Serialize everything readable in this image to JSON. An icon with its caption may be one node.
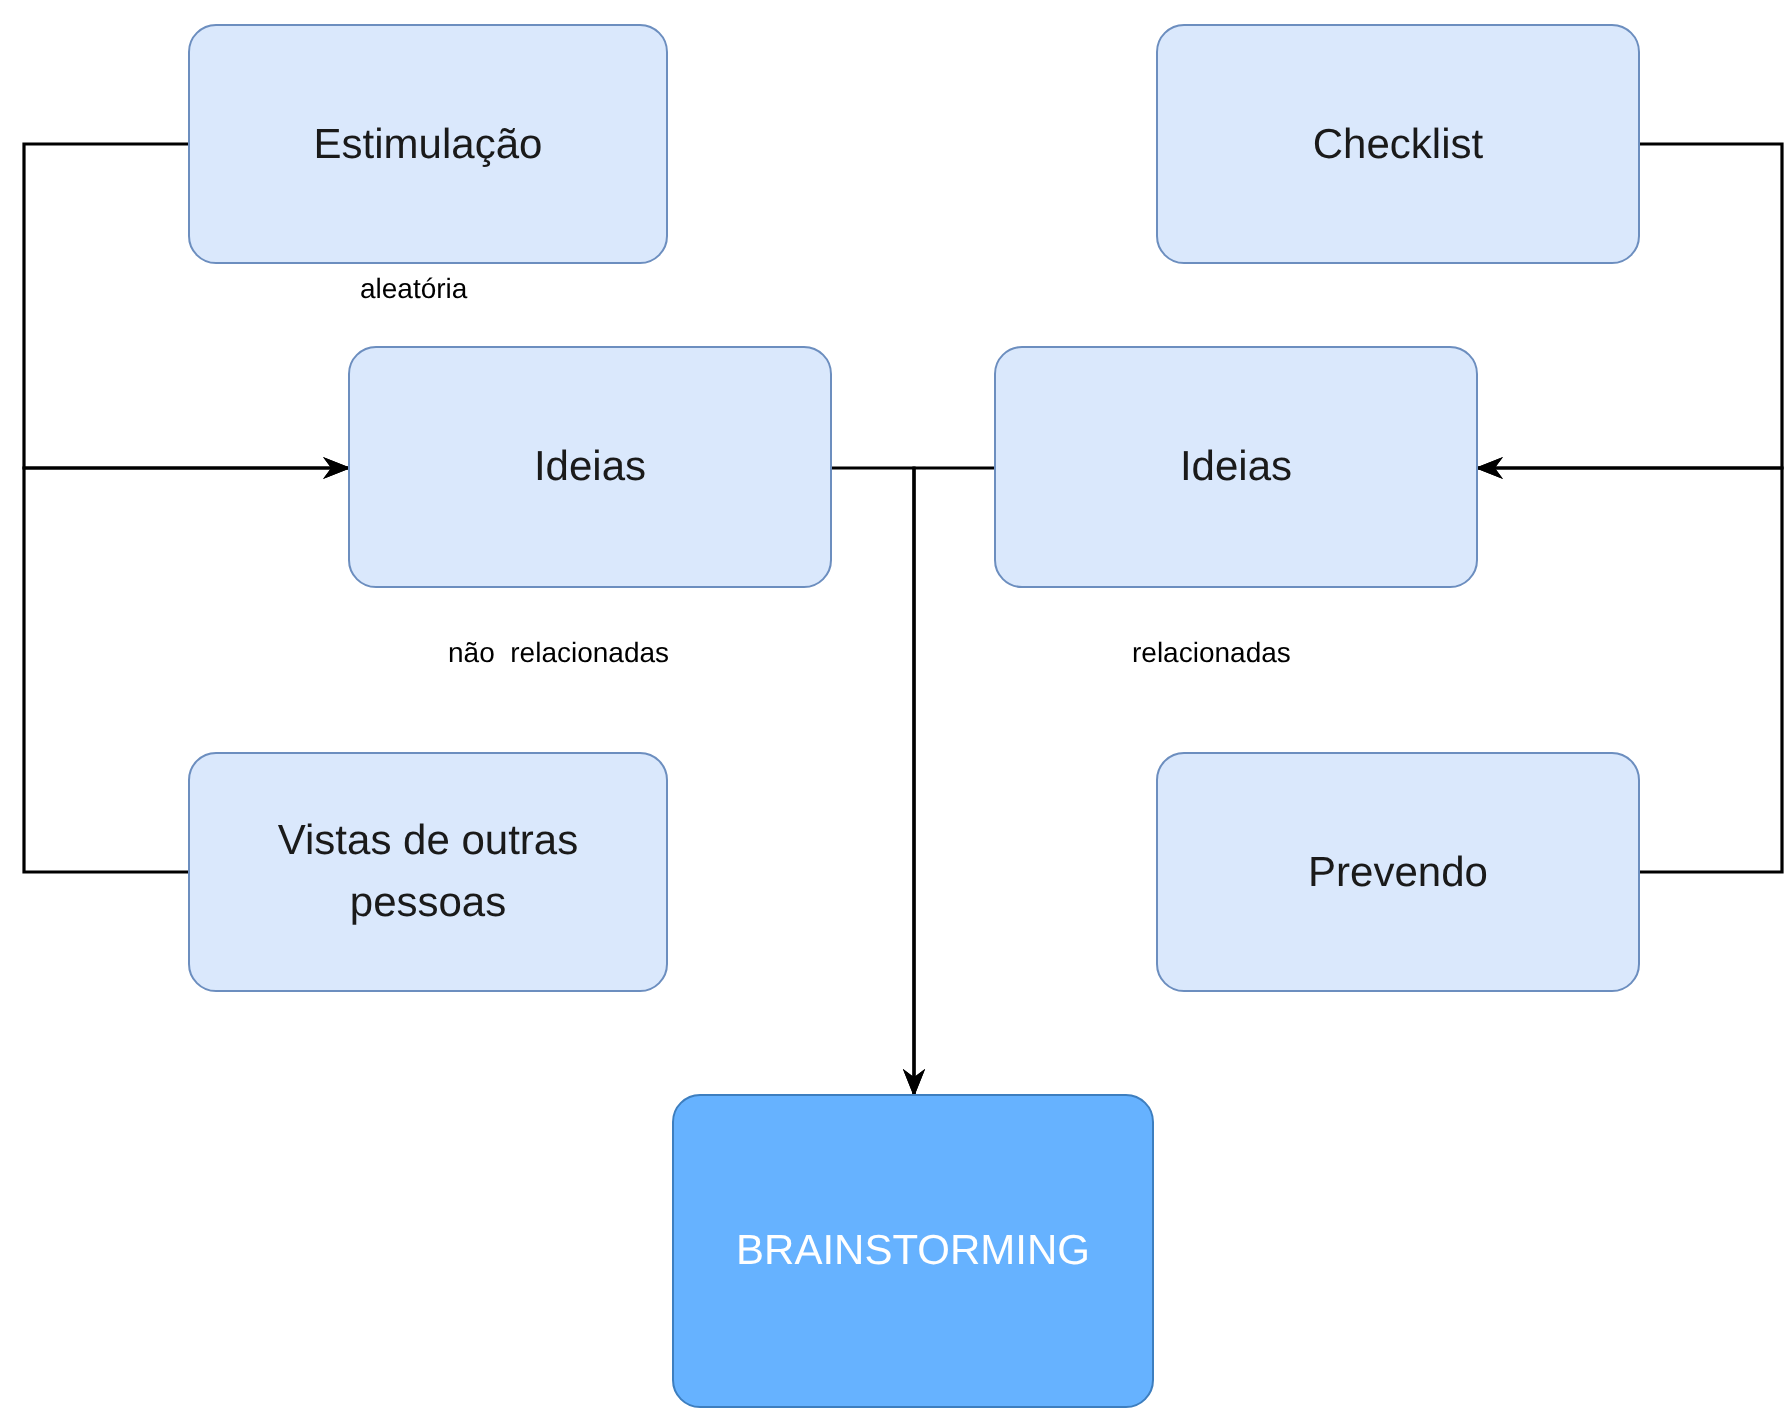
{
  "diagram": {
    "nodes": [
      {
        "text": [
          "Estimulação"
        ],
        "beside": [
          "aleatória"
        ]
      },
      {
        "text": [
          "Checklist"
        ]
      },
      {
        "text": [
          "Ideias"
        ],
        "beside": [
          "não  relacionadas"
        ]
      },
      {
        "text": [
          "Ideias"
        ],
        "beside": [
          "relacionadas"
        ]
      },
      {
        "text": [
          "Vistas de outras pessoas"
        ]
      },
      {
        "text": [
          "Prevendo"
        ]
      },
      {
        "text": [
          "BRAINSTORMING"
        ]
      }
    ],
    "edges": [
      {
        "from": 0,
        "to": 2,
        "arrow": "to"
      },
      {
        "from": 4,
        "to": 2,
        "arrow": "to"
      },
      {
        "from": 1,
        "to": 3,
        "arrow": "to"
      },
      {
        "from": 5,
        "to": 3,
        "arrow": "to"
      },
      {
        "from": 2,
        "to": 6,
        "arrow": "to"
      },
      {
        "from": 3,
        "to": 6,
        "arrow": "to"
      }
    ]
  }
}
